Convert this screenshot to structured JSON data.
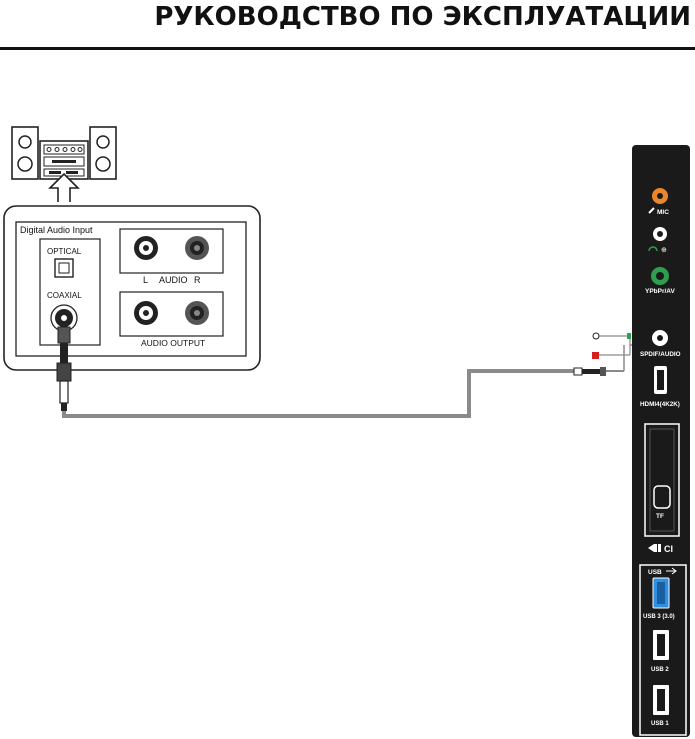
{
  "header": {
    "title": "РУКОВОДСТВО ПО ЭКСПЛУАТАЦИИ"
  },
  "receiver": {
    "title": "Digital Audio Input",
    "optical_label": "OPTICAL",
    "coaxial_label": "COAXIAL",
    "left_label": "L",
    "audio_label": "AUDIO",
    "right_label": "R",
    "output_label": "AUDIO OUTPUT"
  },
  "tv_panel": {
    "mic_label": "MIC",
    "headphone_label": "⊕",
    "ypbpr_label": "YPbPr/AV",
    "spdif_label": "SPDIF/AUDIO",
    "hdmi_label": "HDMI4(4K2K)",
    "tf_label": "TF",
    "ci_label": "CI",
    "usb_header_label": "USB",
    "usb3_label": "USB 3 (3.0)",
    "usb2_label": "USB 2",
    "usb1_label": "USB 1"
  },
  "colors": {
    "mic_port": "#e8862c",
    "ypbpr_port": "#2e9e4f",
    "usb3_port": "#2f8fe0",
    "cable": "#8a8a8a",
    "red_plug": "#d42020"
  }
}
